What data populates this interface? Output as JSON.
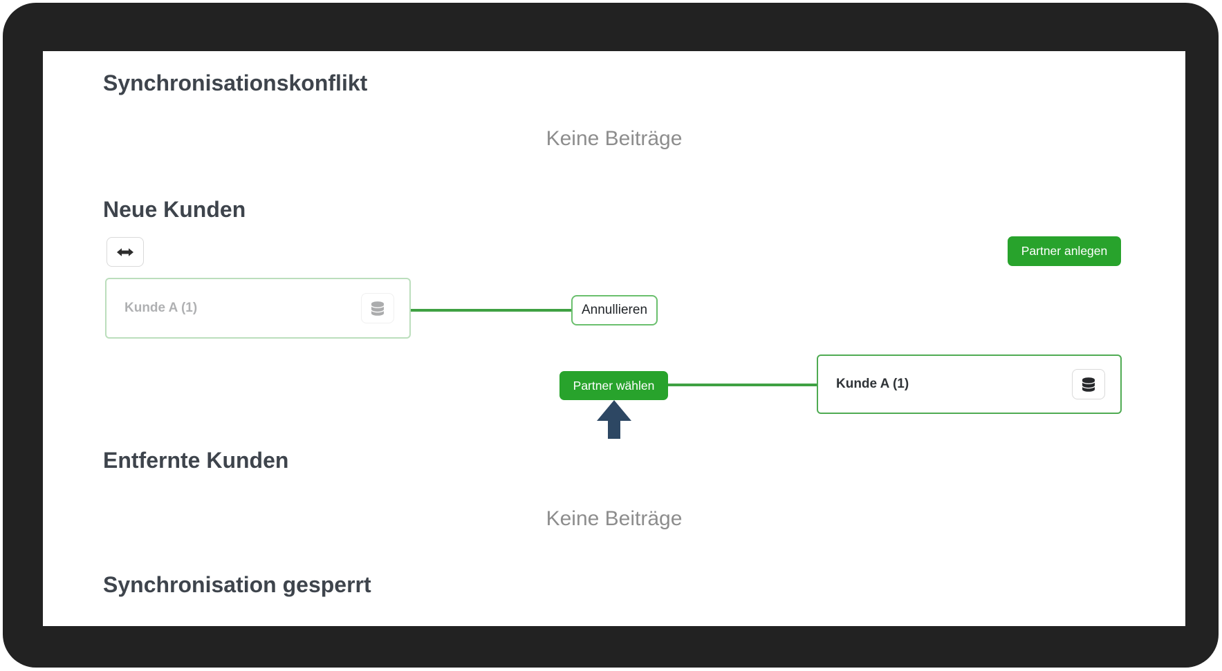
{
  "sections": {
    "sync_conflict": {
      "title": "Synchronisationskonflikt",
      "empty_text": "Keine Beiträge"
    },
    "new_customers": {
      "title": "Neue Kunden",
      "swap_icon": "left-right-arrow-icon",
      "create_partner_button": "Partner anlegen",
      "pending_pair": {
        "source_card": {
          "label": "Kunde A (1)",
          "icon": "database-icon"
        },
        "cancel_button": "Annullieren"
      },
      "choose_pair": {
        "choose_button": "Partner wählen",
        "target_card": {
          "label": "Kunde A (1)",
          "icon": "database-icon"
        },
        "pointer_hint": "up-arrow-indicator"
      }
    },
    "removed_customers": {
      "title": "Entfernte Kunden",
      "empty_text": "Keine Beiträge"
    },
    "sync_locked": {
      "title": "Synchronisation gesperrt"
    }
  },
  "colors": {
    "frame": "#222222",
    "heading": "#3e444c",
    "muted_text": "#8d8d8d",
    "green_button": "#28a32c",
    "green_border": "#4fab52",
    "green_line": "#3fa143",
    "arrow_navy": "#2d4763"
  }
}
